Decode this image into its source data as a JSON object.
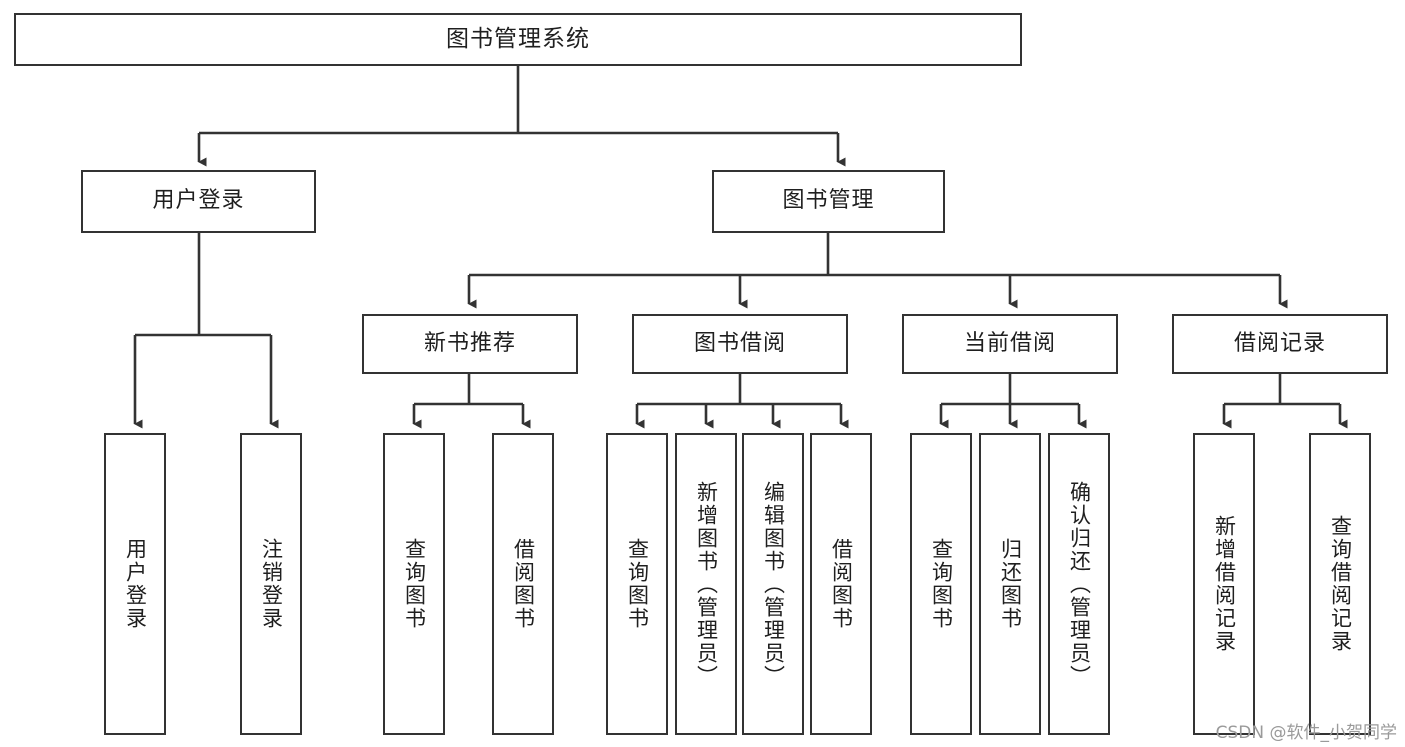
{
  "diagram": {
    "type": "tree-hierarchy",
    "title": "图书管理系统",
    "orientation": "top-down",
    "colors": {
      "box_border": "#333333",
      "box_fill": "#ffffff",
      "connector": "#333333",
      "text": "#1f1f1f",
      "watermark": "#9a9a9a",
      "background": "#ffffff"
    },
    "root": {
      "label": "图书管理系统"
    },
    "level2": [
      {
        "label": "用户登录"
      },
      {
        "label": "图书管理"
      }
    ],
    "level3": [
      {
        "label": "新书推荐"
      },
      {
        "label": "图书借阅"
      },
      {
        "label": "当前借阅"
      },
      {
        "label": "借阅记录"
      }
    ],
    "leaves": {
      "user_login": [
        {
          "label": "用户登录"
        },
        {
          "label": "注销登录"
        }
      ],
      "new_book_recommend": [
        {
          "label": "查询图书"
        },
        {
          "label": "借阅图书"
        }
      ],
      "book_borrow": [
        {
          "label": "查询图书"
        },
        {
          "label": "新增图书（管理员）"
        },
        {
          "label": "编辑图书（管理员）"
        },
        {
          "label": "借阅图书"
        }
      ],
      "current_borrow": [
        {
          "label": "查询图书"
        },
        {
          "label": "归还图书"
        },
        {
          "label": "确认归还（管理员）"
        }
      ],
      "borrow_record": [
        {
          "label": "新增借阅记录"
        },
        {
          "label": "查询借阅记录"
        }
      ]
    }
  },
  "watermark": {
    "text": "CSDN @软件_小贺同学"
  }
}
